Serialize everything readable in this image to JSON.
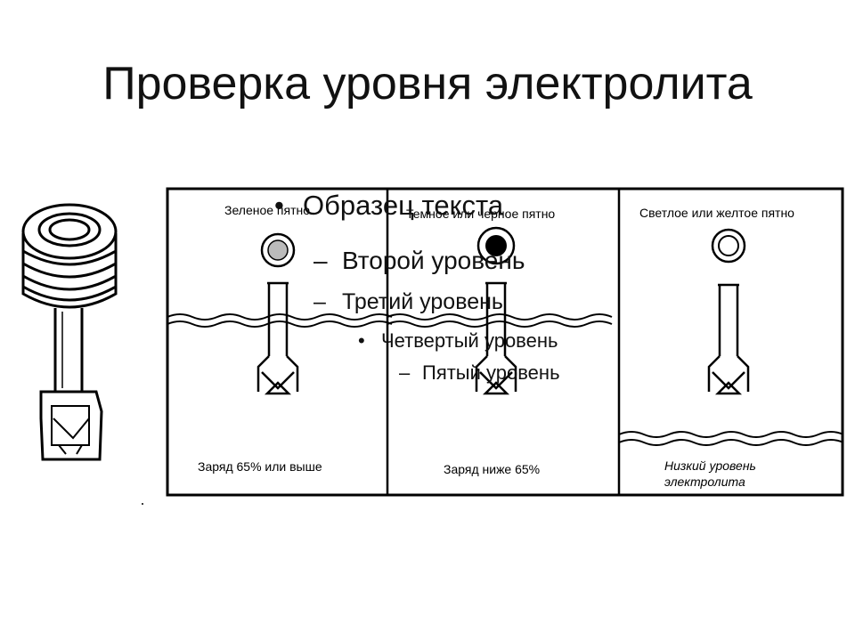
{
  "slide": {
    "title": "Проверка уровня электролита"
  },
  "panels": [
    {
      "spot_label": "Зеленое пятно",
      "caption": "Заряд 65% или выше",
      "indicator": "green-spot"
    },
    {
      "spot_label": "Темное или черное пятно",
      "caption": "Заряд ниже 65%",
      "indicator": "dark-spot"
    },
    {
      "spot_label": "Светлое или желтое пятно",
      "caption_line1": "Низкий уровень",
      "caption_line2": "электролита",
      "indicator": "light-spot"
    }
  ],
  "placeholder": {
    "level1": "Образец текста",
    "level2": "Второй уровень",
    "level3": "Третий уровень",
    "level4": "Четвертый уровень",
    "level5": "Пятый уровень",
    "dash": "–",
    "bullet": "•"
  }
}
